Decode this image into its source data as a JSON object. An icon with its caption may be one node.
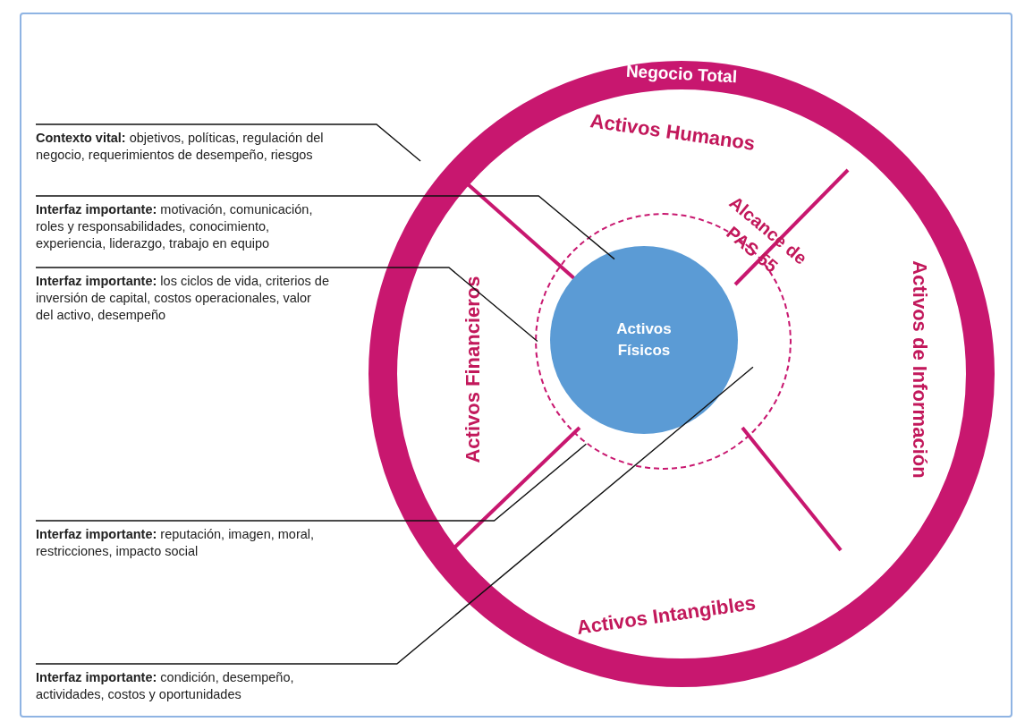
{
  "diagram": {
    "nodes": [
      {
        "text": [
          "Negocio Total"
        ]
      },
      {
        "text": [
          "Activos Humanos"
        ],
        "in": 0
      },
      {
        "text": [
          "Activos Financieros"
        ],
        "in": 0
      },
      {
        "text": [
          "Activos de Información"
        ],
        "in": 0
      },
      {
        "text": [
          "Activos Intangibles"
        ],
        "in": 0
      },
      {
        "text": [
          "Alcance de PAS 55"
        ],
        "in": 0
      },
      {
        "text": [
          "Activos Físicos"
        ],
        "in": 5
      },
      {
        "text": [
          "**Contexto vital:** objetivos, políticas, regulación del negocio, requerimientos de desempeño, riesgos"
        ]
      },
      {
        "text": [
          "**Interfaz importante:** motivación, comunicación, roles y responsabilidades, conocimiento, experiencia, liderazgo,  trabajo en equipo"
        ]
      },
      {
        "text": [
          "**Interfaz importante:** los ciclos de vida, criterios de inversión de capital, costos operacionales, valor del activo, desempeño"
        ]
      },
      {
        "text": [
          "**Interfaz importante:** reputación, imagen, moral, restricciones, impacto social"
        ]
      },
      {
        "text": [
          "**Interfaz importante:** condición, desempeño, actividades, costos y oportunidades"
        ]
      }
    ],
    "edges": [
      {
        "from": 7,
        "to": 0,
        "arrow": "none"
      },
      {
        "from": 8,
        "to": 5,
        "arrow": "none"
      },
      {
        "from": 9,
        "to": 5,
        "arrow": "none"
      },
      {
        "from": 10,
        "to": 5,
        "arrow": "none"
      },
      {
        "from": 11,
        "to": 5,
        "arrow": "none"
      }
    ]
  }
}
